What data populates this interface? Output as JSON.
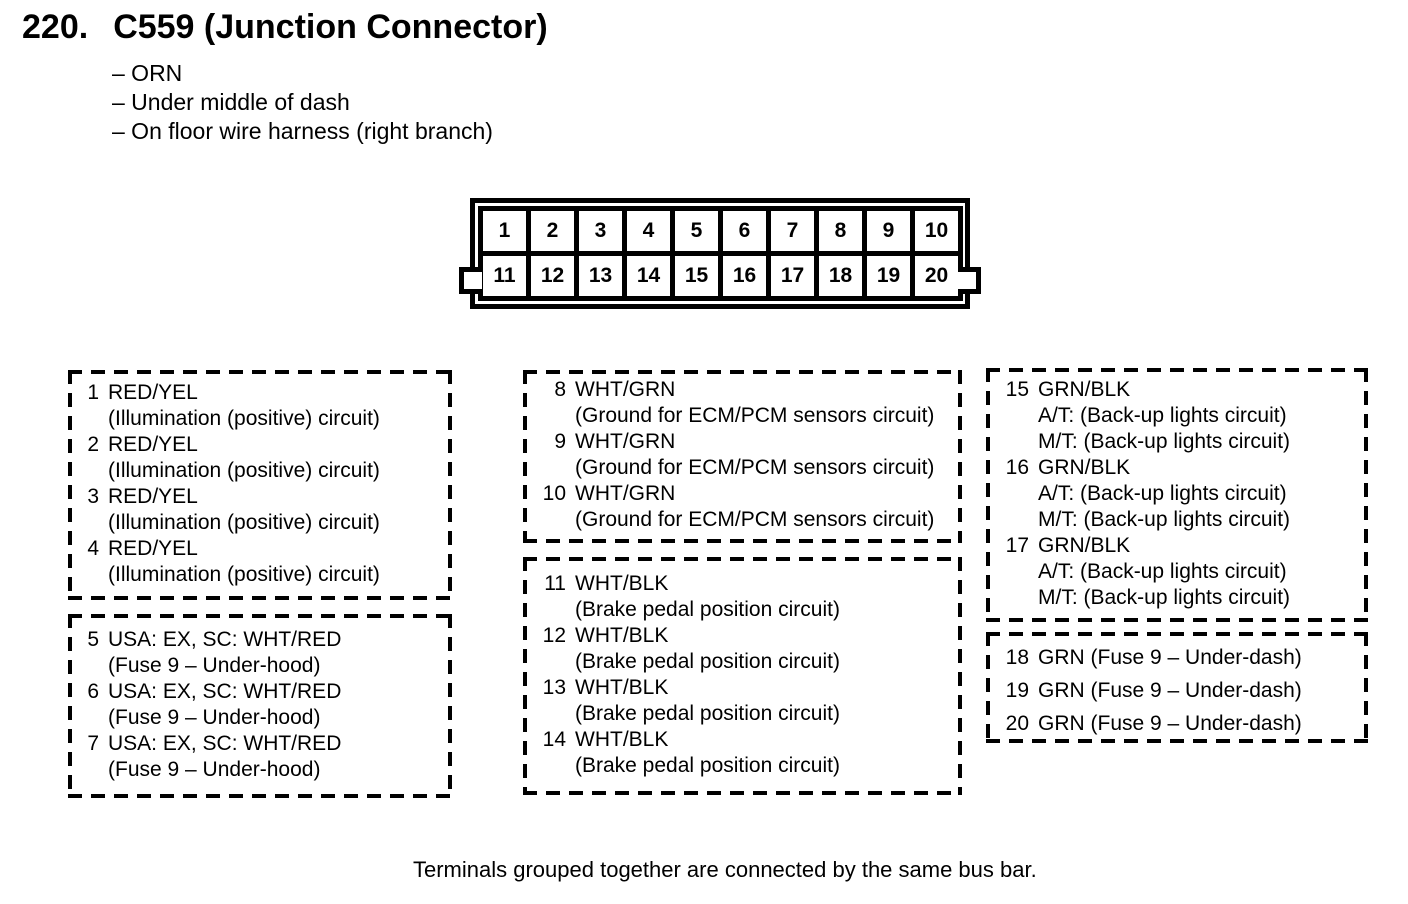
{
  "header": {
    "number": "220.",
    "title": "C559 (Junction Connector)",
    "details": [
      "– ORN",
      "– Under middle of dash",
      "– On floor wire harness (right branch)"
    ]
  },
  "connector": {
    "rows": [
      [
        "1",
        "2",
        "3",
        "4",
        "5",
        "6",
        "7",
        "8",
        "9",
        "10"
      ],
      [
        "11",
        "12",
        "13",
        "14",
        "15",
        "16",
        "17",
        "18",
        "19",
        "20"
      ]
    ]
  },
  "pin_boxes": [
    {
      "group": "pins-1-4",
      "entries": [
        {
          "pin": "1",
          "lines": [
            "RED/YEL",
            "(Illumination (positive) circuit)"
          ]
        },
        {
          "pin": "2",
          "lines": [
            "RED/YEL",
            "(Illumination (positive) circuit)"
          ]
        },
        {
          "pin": "3",
          "lines": [
            "RED/YEL",
            "(Illumination (positive) circuit)"
          ]
        },
        {
          "pin": "4",
          "lines": [
            "RED/YEL",
            "(Illumination (positive) circuit)"
          ]
        }
      ]
    },
    {
      "group": "pins-5-7",
      "entries": [
        {
          "pin": "5",
          "lines": [
            "USA: EX, SC: WHT/RED",
            "(Fuse 9 – Under-hood)"
          ]
        },
        {
          "pin": "6",
          "lines": [
            "USA: EX, SC: WHT/RED",
            "(Fuse 9 – Under-hood)"
          ]
        },
        {
          "pin": "7",
          "lines": [
            "USA: EX, SC: WHT/RED",
            "(Fuse 9 – Under-hood)"
          ]
        }
      ]
    },
    {
      "group": "pins-8-10",
      "entries": [
        {
          "pin": "8",
          "lines": [
            "WHT/GRN",
            "(Ground for ECM/PCM sensors circuit)"
          ]
        },
        {
          "pin": "9",
          "lines": [
            "WHT/GRN",
            "(Ground for ECM/PCM sensors circuit)"
          ]
        },
        {
          "pin": "10",
          "lines": [
            "WHT/GRN",
            "(Ground for ECM/PCM sensors circuit)"
          ]
        }
      ]
    },
    {
      "group": "pins-11-14",
      "entries": [
        {
          "pin": "11",
          "lines": [
            "WHT/BLK",
            "(Brake pedal position circuit)"
          ]
        },
        {
          "pin": "12",
          "lines": [
            "WHT/BLK",
            "(Brake pedal position circuit)"
          ]
        },
        {
          "pin": "13",
          "lines": [
            "WHT/BLK",
            "(Brake pedal position circuit)"
          ]
        },
        {
          "pin": "14",
          "lines": [
            "WHT/BLK",
            "(Brake pedal position circuit)"
          ]
        }
      ]
    },
    {
      "group": "pins-15-17",
      "entries": [
        {
          "pin": "15",
          "lines": [
            "GRN/BLK",
            "A/T: (Back-up lights circuit)",
            "M/T: (Back-up lights circuit)"
          ]
        },
        {
          "pin": "16",
          "lines": [
            "GRN/BLK",
            "A/T: (Back-up lights circuit)",
            "M/T: (Back-up lights circuit)"
          ]
        },
        {
          "pin": "17",
          "lines": [
            "GRN/BLK",
            "A/T: (Back-up lights circuit)",
            "M/T: (Back-up lights circuit)"
          ]
        }
      ]
    },
    {
      "group": "pins-18-20",
      "entries": [
        {
          "pin": "18",
          "lines": [
            "GRN (Fuse 9 – Under-dash)"
          ]
        },
        {
          "pin": "19",
          "lines": [
            "GRN (Fuse 9 – Under-dash)"
          ]
        },
        {
          "pin": "20",
          "lines": [
            "GRN (Fuse 9 – Under-dash)"
          ]
        }
      ]
    }
  ],
  "footer": {
    "note": "Terminals grouped together are connected by the same bus bar."
  },
  "colors": {
    "ink": "#000000",
    "paper": "#ffffff"
  }
}
